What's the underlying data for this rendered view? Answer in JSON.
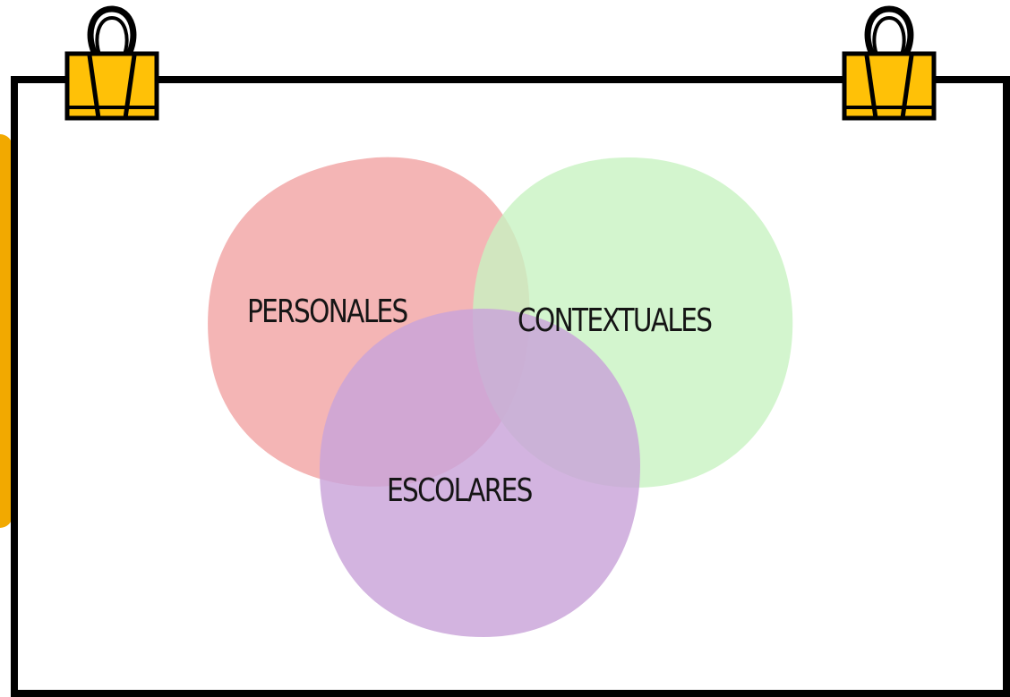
{
  "colors": {
    "frame": "#000000",
    "clip": "#ffc107",
    "side_strip": "#f2a900",
    "personales": "#f2a8a8",
    "contextuales": "#c8f2c2",
    "escolares": "#c9a4d9"
  },
  "diagram": {
    "sets": [
      {
        "id": "personales",
        "label": "PERSONALES"
      },
      {
        "id": "contextuales",
        "label": "CONTEXTUALES"
      },
      {
        "id": "escolares",
        "label": "ESCOLARES"
      }
    ]
  },
  "decor": {
    "left_clip_icon": "binder-clip-icon",
    "right_clip_icon": "binder-clip-icon"
  }
}
